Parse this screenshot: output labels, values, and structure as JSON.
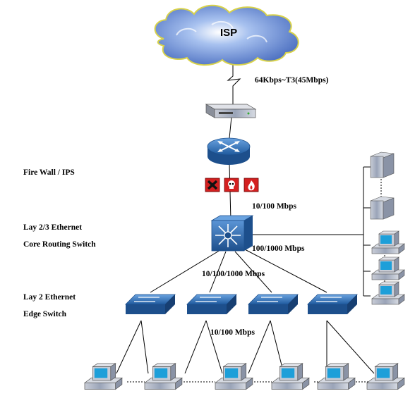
{
  "cloud": {
    "label": "ISP"
  },
  "links": {
    "wan": "64Kbps~T3(45Mbps)",
    "fw_to_core": "10/100 Mbps",
    "core_to_servers": "100/1000 Mbps",
    "core_to_edge": "10/100/1000 Mbps",
    "edge_to_hosts": "10/100 Mbps"
  },
  "labels": {
    "firewall": "Fire Wall / IPS",
    "core_line1": "Lay 2/3 Ethernet",
    "core_line2": "Core Routing Switch",
    "edge_line1": "Lay 2 Ethernet",
    "edge_line2": "Edge Switch"
  },
  "colors": {
    "cloud": "#6f93d8",
    "device_blue": "#2f6fb5",
    "device_dark": "#1d4f8c",
    "server_gray": "#9aa4b8",
    "monitor_screen": "#1d9fd9",
    "alert_red": "#d42020"
  },
  "icons": [
    "isp-cloud-icon",
    "modem-device-icon",
    "router-icon",
    "firewall-block-icon",
    "firewall-skull-icon",
    "firewall-fire-icon",
    "core-switch-icon",
    "edge-switch-icon",
    "server-icon",
    "workstation-icon"
  ]
}
